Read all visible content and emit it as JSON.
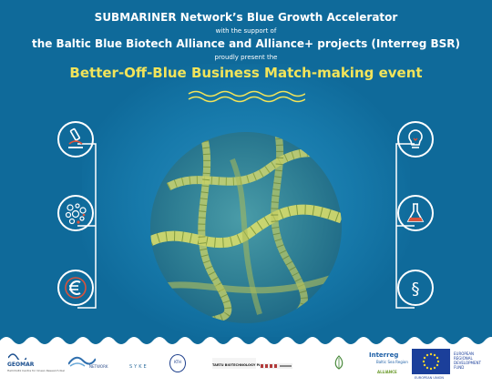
{
  "header": {
    "line1": "SUBMARINER Network’s Blue Growth Accelerator",
    "line2": "with the support of",
    "line3": "the Baltic Blue Biotech Alliance and Alliance+ projects (Interreg BSR)",
    "line4": "proudly present the",
    "event_title": "Better-Off-Blue Business Match-making event"
  },
  "icons": {
    "left": [
      "microscope-icon",
      "cells-icon",
      "euro-icon"
    ],
    "right": [
      "lightbulb-icon",
      "flask-icon",
      "paragraph-icon"
    ]
  },
  "center_image": "microalgae-chains",
  "footer": {
    "geomar": "GEOMAR",
    "geomar_sub": "Helmholtz Centre for Ocean Research Kiel",
    "network": "NETWORK",
    "syke": "SYKE",
    "kth": "KTH",
    "tartu": "TARTU BIOTECHNOLOGY PARK",
    "interreg": "Interreg",
    "interreg_sub": "Baltic Sea Region",
    "alliance": "ALLIANCE",
    "eu_text": "EUROPEAN REGIONAL DEVELOPMENT FUND",
    "eu_union": "EUROPEAN UNION"
  },
  "colors": {
    "background": "#0f6a9a",
    "accent_title": "#f2e45a",
    "icon_outline": "#ffffff",
    "icon_detail": "#d9533c"
  }
}
